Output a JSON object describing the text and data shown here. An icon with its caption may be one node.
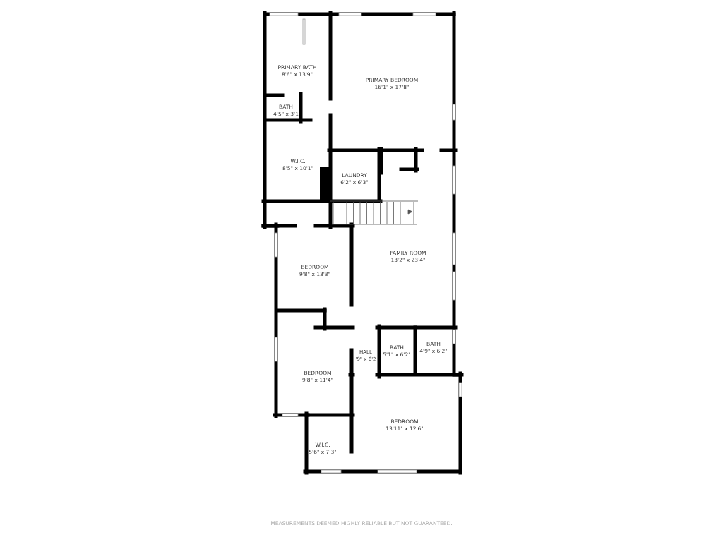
{
  "diagram": {
    "labels": [
      "PRIMARY BATH",
      "8'6\" x 13'9\"",
      "PRIMARY BEDROOM",
      "16'1\" x 17'8\"",
      "BATH",
      "4'5\" x 3'1",
      "W.I.C.",
      "8'5\" x 10'1\"",
      "LAUNDRY",
      "6'2\" x 6'3\"",
      "FAMILY ROOM",
      "13'2\" x 23'4\"",
      "BEDROOM",
      "9'8\" x 13'3\"",
      "HALL",
      "'9\" x 6'2",
      "BATH",
      "5'1\" x 6'2\"",
      "BATH",
      "4'9\" x 6'2\"",
      "BEDROOM",
      "9'8\" x 11'4\"",
      "BEDROOM",
      "13'11\" x 12'6\"",
      "W.I.C.",
      "5'6\" x 7'3\"",
      "MEASUREMENTS DEEMED HIGHLY RELIABLE BUT NOT GUARANTEED."
    ]
  }
}
